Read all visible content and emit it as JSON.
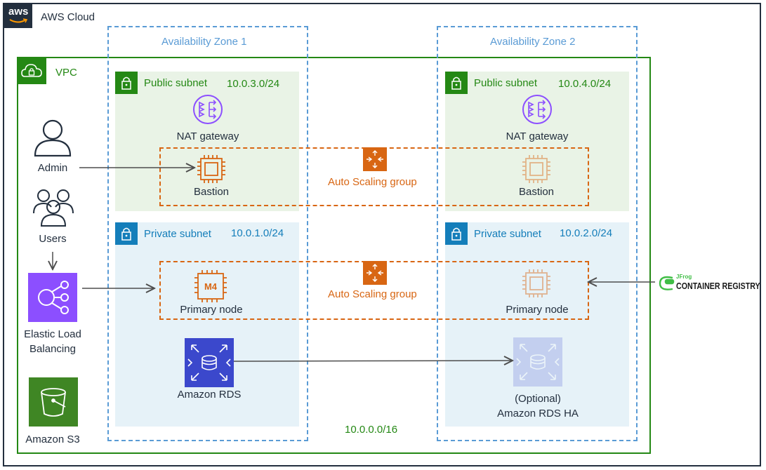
{
  "cloud": {
    "title": "AWS Cloud",
    "logo_text": "aws"
  },
  "vpc": {
    "title": "VPC",
    "cidr": "10.0.0.0/16"
  },
  "az1": {
    "title": "Availability Zone 1"
  },
  "az2": {
    "title": "Availability Zone 2"
  },
  "subnets": {
    "pub1": {
      "label": "Public subnet",
      "cidr": "10.0.3.0/24"
    },
    "pub2": {
      "label": "Public subnet",
      "cidr": "10.0.4.0/24"
    },
    "pri1": {
      "label": "Private subnet",
      "cidr": "10.0.1.0/24"
    },
    "pri2": {
      "label": "Private subnet",
      "cidr": "10.0.2.0/24"
    }
  },
  "nodes": {
    "nat1": "NAT gateway",
    "nat2": "NAT gateway",
    "bastion1": "Bastion",
    "bastion2": "Bastion",
    "asg1": "Auto Scaling group",
    "asg2": "Auto Scaling group",
    "primary1": "Primary node",
    "primary1_chip": "M4",
    "primary2": "Primary node",
    "rds1": "Amazon RDS",
    "rds2_line1": "(Optional)",
    "rds2_line2": "Amazon RDS HA",
    "admin": "Admin",
    "users": "Users",
    "elb_line1": "Elastic Load",
    "elb_line2": "Balancing",
    "s3": "Amazon S3"
  },
  "registry": {
    "brand": "JFrog",
    "product": "CONTAINER REGISTRY"
  },
  "colors": {
    "aws_dark": "#232f3e",
    "vpc_green": "#248814",
    "az_blue": "#5a9bd5",
    "private_blue": "#147eba",
    "compute_orange": "#d86613",
    "network_purple": "#8c4fff",
    "storage_green": "#3f8624",
    "database_blue": "#3b48cc",
    "jfrog_green": "#40be46"
  }
}
